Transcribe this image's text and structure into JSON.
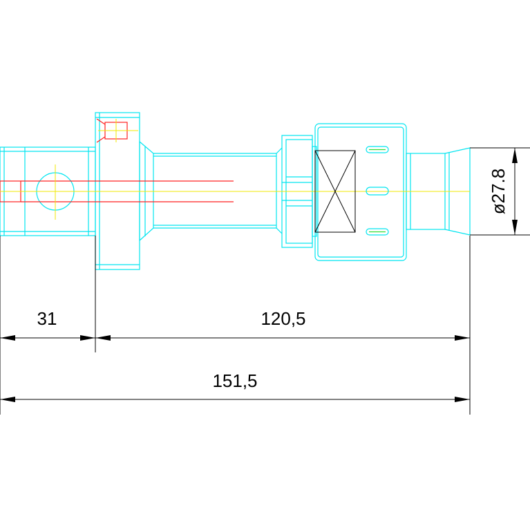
{
  "drawing": {
    "colors": {
      "outline": "#00e5f0",
      "hidden_red": "#ff2020",
      "centerline": "#f0e800",
      "dimension": "#000000",
      "detail_green": "#33dd33"
    },
    "dimensions": {
      "length_left": "31",
      "length_right": "120,5",
      "length_total": "151,5",
      "diameter": "ø27.8"
    }
  }
}
